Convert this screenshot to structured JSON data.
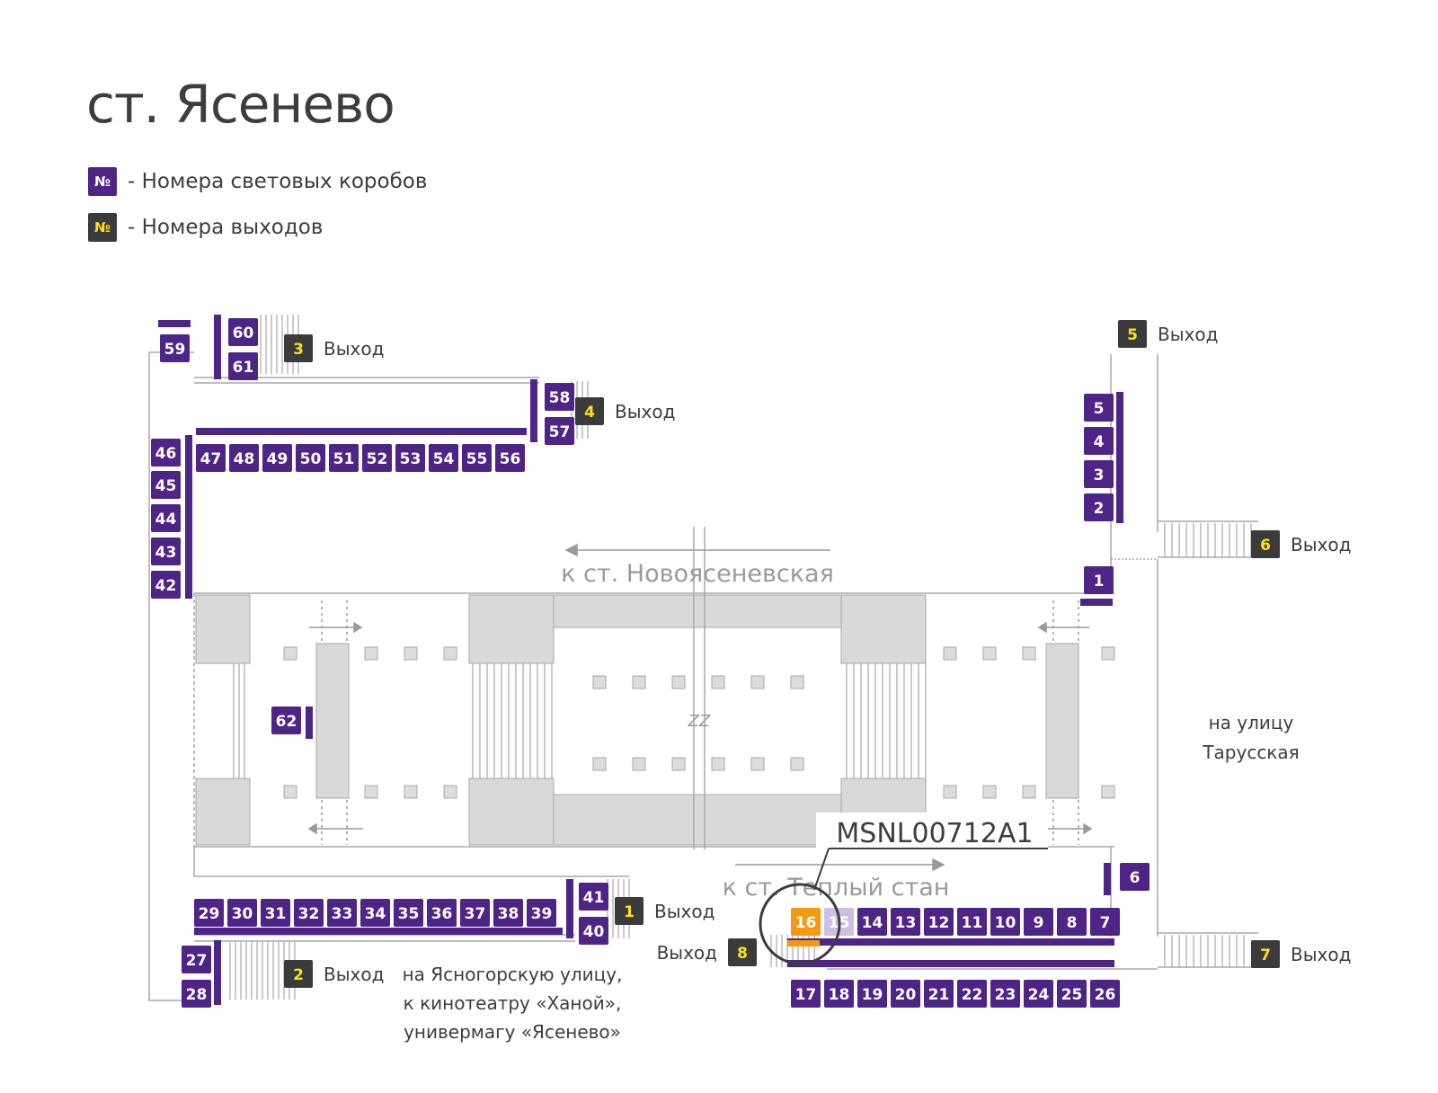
{
  "title": "ст. Ясенево",
  "legend": [
    {
      "symbol": "№",
      "text": "- Номера световых коробов",
      "kind": "box"
    },
    {
      "symbol": "№",
      "text": "- Номера выходов",
      "kind": "exit"
    }
  ],
  "colors": {
    "box": "#4e2486",
    "box_light": "#cdbfe6",
    "highlight": "#f39a12",
    "exit_bg": "#3b3b3b",
    "exit_text": "#ffe11a",
    "structure": "#d9d9d9",
    "line": "#a8a8a8"
  },
  "exit_word": "Выход",
  "exits": [
    "1",
    "2",
    "3",
    "4",
    "5",
    "6",
    "7",
    "8"
  ],
  "directions": {
    "north_track": "к ст. Новоясеневская",
    "south_track": "к ст. Теплый стан"
  },
  "street_east": [
    "на улицу",
    "Тарусская"
  ],
  "street_south": [
    "на Ясногорскую улицу,",
    "к кинотеатру «Ханой»,",
    "универмагу «Ясенево»"
  ],
  "callout": {
    "code": "MSNL00712A1",
    "box": "16"
  },
  "light_boxes": [
    "1",
    "2",
    "3",
    "4",
    "5",
    "6",
    "7",
    "8",
    "9",
    "10",
    "11",
    "12",
    "13",
    "14",
    "15",
    "16",
    "17",
    "18",
    "19",
    "20",
    "21",
    "22",
    "23",
    "24",
    "25",
    "26",
    "27",
    "28",
    "29",
    "30",
    "31",
    "32",
    "33",
    "34",
    "35",
    "36",
    "37",
    "38",
    "39",
    "40",
    "41",
    "42",
    "43",
    "44",
    "45",
    "46",
    "47",
    "48",
    "49",
    "50",
    "51",
    "52",
    "53",
    "54",
    "55",
    "56",
    "57",
    "58",
    "59",
    "60",
    "61",
    "62"
  ],
  "highlighted_box": "16",
  "faded_box": "15",
  "track_mark": "ZZ"
}
